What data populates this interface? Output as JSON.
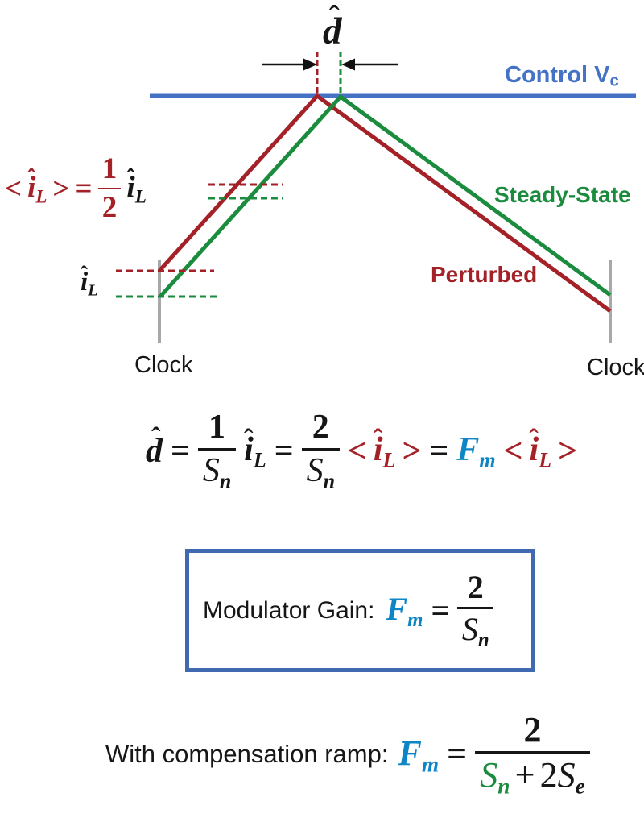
{
  "colors": {
    "red": "#A32127",
    "green": "#1B8C3E",
    "blue": "#4472C4",
    "cyan": "#0E86C6",
    "gray": "#A8A8A8",
    "boxblue": "#4169B2"
  },
  "diagram": {
    "dhat": {
      "base": "d",
      "hat": "ˆ"
    },
    "control": {
      "label": "Control V",
      "sub": "c"
    },
    "steady_state": "Steady-State",
    "perturbed": "Perturbed",
    "clock_left": "Clock",
    "clock_right": "Clock",
    "avg_eq": {
      "lt": "<",
      "i": "i",
      "ihat": "ˆ",
      "isub": "L",
      "gt": ">",
      "eq": "=",
      "num": "1",
      "den": "2",
      "i2": "i",
      "i2hat": "ˆ",
      "i2sub": "L"
    },
    "il_label": {
      "i": "i",
      "hat": "ˆ",
      "sub": "L"
    }
  },
  "duty_eq": {
    "d": "d",
    "dhat": "ˆ",
    "eq1": "=",
    "f1num": "1",
    "f1S": "S",
    "f1sub": "n",
    "i1": "i",
    "i1hat": "ˆ",
    "i1sub": "L",
    "eq2": "=",
    "f2num": "2",
    "f2S": "S",
    "f2sub": "n",
    "lt1": "<",
    "i2": "i",
    "i2hat": "ˆ",
    "i2sub": "L",
    "gt1": ">",
    "eq3": "=",
    "F": "F",
    "Fsub": "m",
    "lt2": "<",
    "i3": "i",
    "i3hat": "ˆ",
    "i3sub": "L",
    "gt2": ">"
  },
  "gain_box": {
    "label": "Modulator Gain:",
    "F": "F",
    "Fsub": "m",
    "eq": "=",
    "num": "2",
    "S": "S",
    "Ssub": "n"
  },
  "comp_eq": {
    "label": "With compensation ramp:",
    "F": "F",
    "Fsub": "m",
    "eq": "=",
    "num": "2",
    "Sn": "S",
    "Snsub": "n",
    "plus": "+",
    "coef": "2",
    "Se": "S",
    "Sesub": "e"
  }
}
